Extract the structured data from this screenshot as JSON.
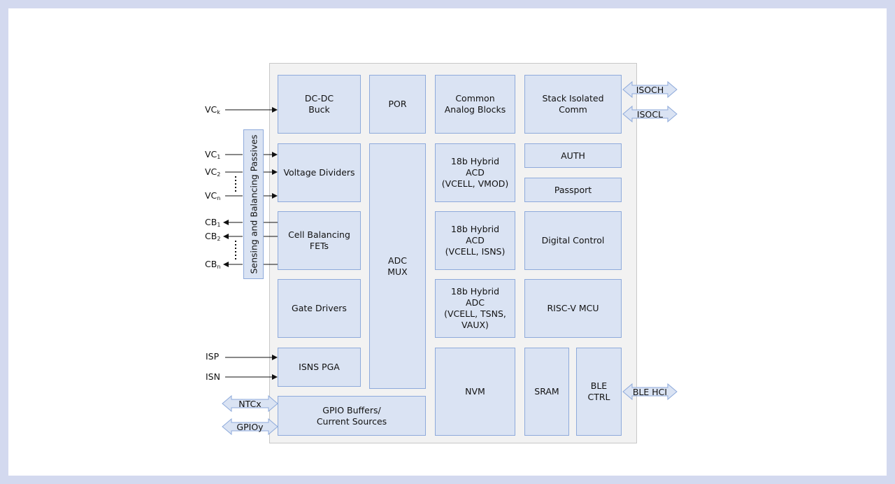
{
  "blocks": {
    "dcdc": "DC-DC\nBuck",
    "por": "POR",
    "common_analog": "Common\nAnalog Blocks",
    "stack_comm": "Stack Isolated\nComm",
    "voltage_dividers": "Voltage Dividers",
    "adc_mux": "ADC\nMUX",
    "adc1": "18b Hybrid\nACD\n(VCELL, VMOD)",
    "auth": "AUTH",
    "passport": "Passport",
    "cell_balancing": "Cell Balancing\nFETs",
    "adc2": "18b Hybrid\nACD\n(VCELL, ISNS)",
    "digital_control": "Digital Control",
    "gate_drivers": "Gate Drivers",
    "adc3": "18b Hybrid\nADC\n(VCELL, TSNS,\nVAUX)",
    "riscv": "RISC-V MCU",
    "isns_pga": "ISNS PGA",
    "nvm": "NVM",
    "sram": "SRAM",
    "ble_ctrl": "BLE\nCTRL",
    "gpio": "GPIO Buffers/\nCurrent Sources",
    "passives": "Sensing and Balancing Passives"
  },
  "signals": {
    "vck": {
      "base": "VC",
      "sub": "k"
    },
    "vc1": {
      "base": "VC",
      "sub": "1"
    },
    "vc2": {
      "base": "VC",
      "sub": "2"
    },
    "vcn": {
      "base": "VC",
      "sub": "n"
    },
    "cb1": {
      "base": "CB",
      "sub": "1"
    },
    "cb2": {
      "base": "CB",
      "sub": "2"
    },
    "cbn": {
      "base": "CB",
      "sub": "n"
    },
    "isp": "ISP",
    "isn": "ISN"
  },
  "io": {
    "isoch": "ISOCH",
    "isocl": "ISOCL",
    "ble_hci": "BLE HCI",
    "ntcx": "NTCx",
    "gpioy": "GPIOy"
  }
}
